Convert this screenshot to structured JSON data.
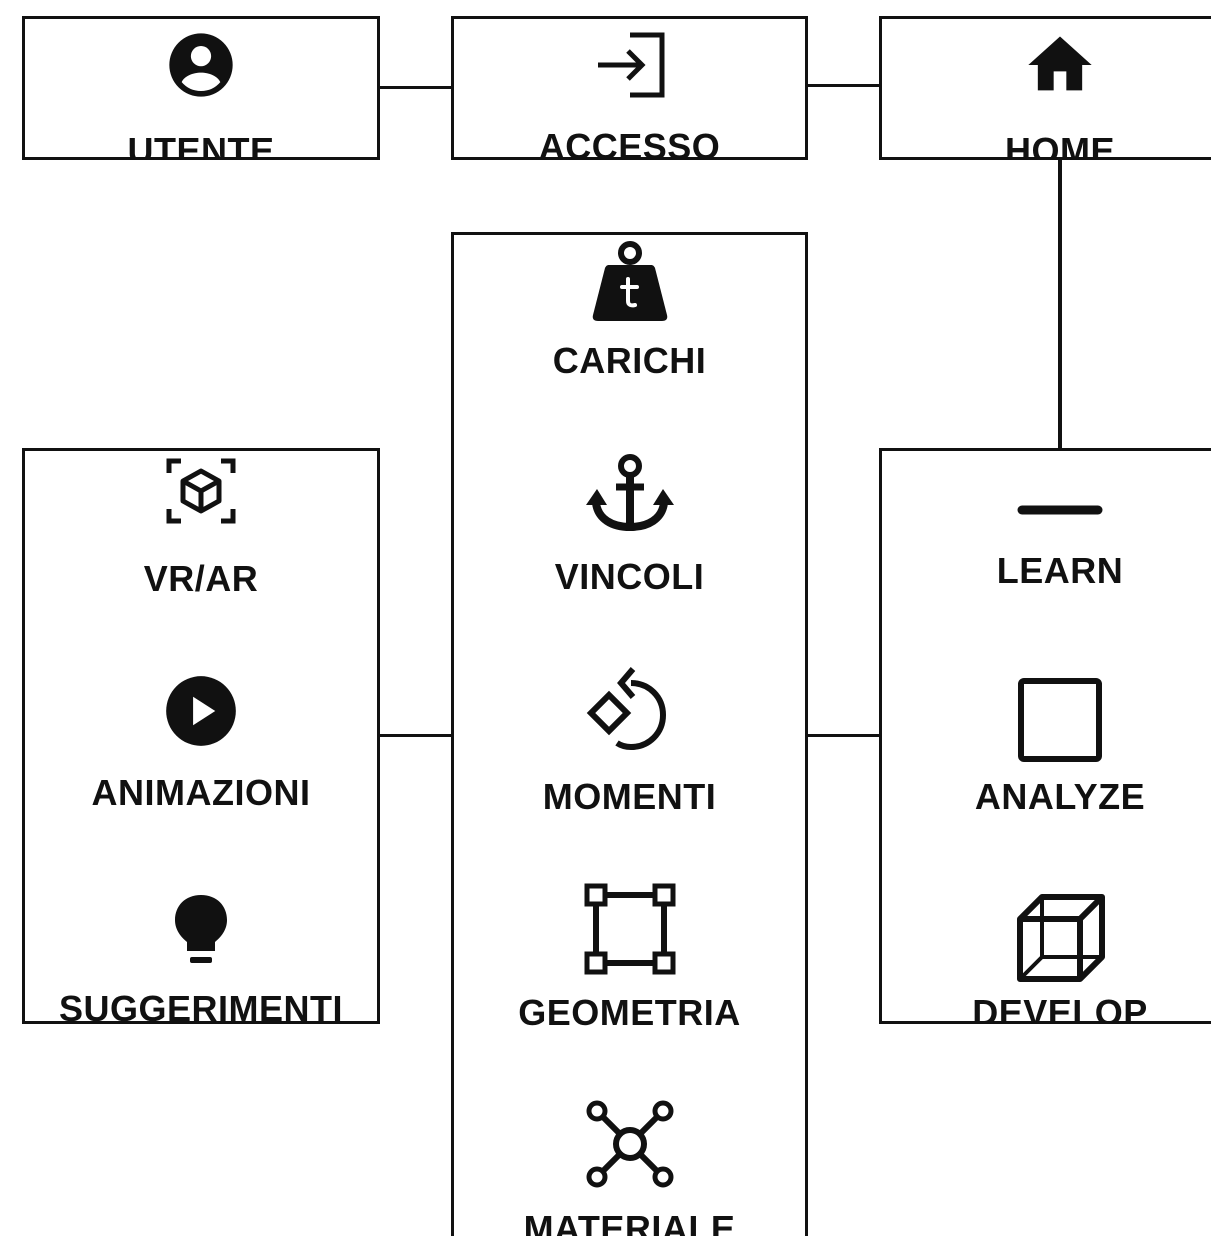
{
  "top_row": {
    "utente": {
      "label": "UTENTE",
      "icon": "user-circle-icon"
    },
    "accesso": {
      "label": "ACCESSO",
      "icon": "login-icon"
    },
    "home": {
      "label": "HOME",
      "icon": "home-icon"
    }
  },
  "left_panel": {
    "items": [
      {
        "label": "VR/AR",
        "icon": "ar-cube-icon"
      },
      {
        "label": "ANIMAZIONI",
        "icon": "play-circle-icon"
      },
      {
        "label": "SUGGERIMENTI",
        "icon": "lightbulb-icon"
      }
    ]
  },
  "center_panel": {
    "items": [
      {
        "label": "CARICHI",
        "icon": "weight-icon"
      },
      {
        "label": "VINCOLI",
        "icon": "anchor-icon"
      },
      {
        "label": "MOMENTI",
        "icon": "rotate-diamond-icon"
      },
      {
        "label": "GEOMETRIA",
        "icon": "square-nodes-icon"
      },
      {
        "label": "MATERIALE",
        "icon": "molecule-icon"
      }
    ]
  },
  "right_panel": {
    "items": [
      {
        "label": "LEARN",
        "icon": "minus-icon"
      },
      {
        "label": "ANALYZE",
        "icon": "square-icon"
      },
      {
        "label": "DEVELOP",
        "icon": "cube-icon"
      }
    ]
  }
}
